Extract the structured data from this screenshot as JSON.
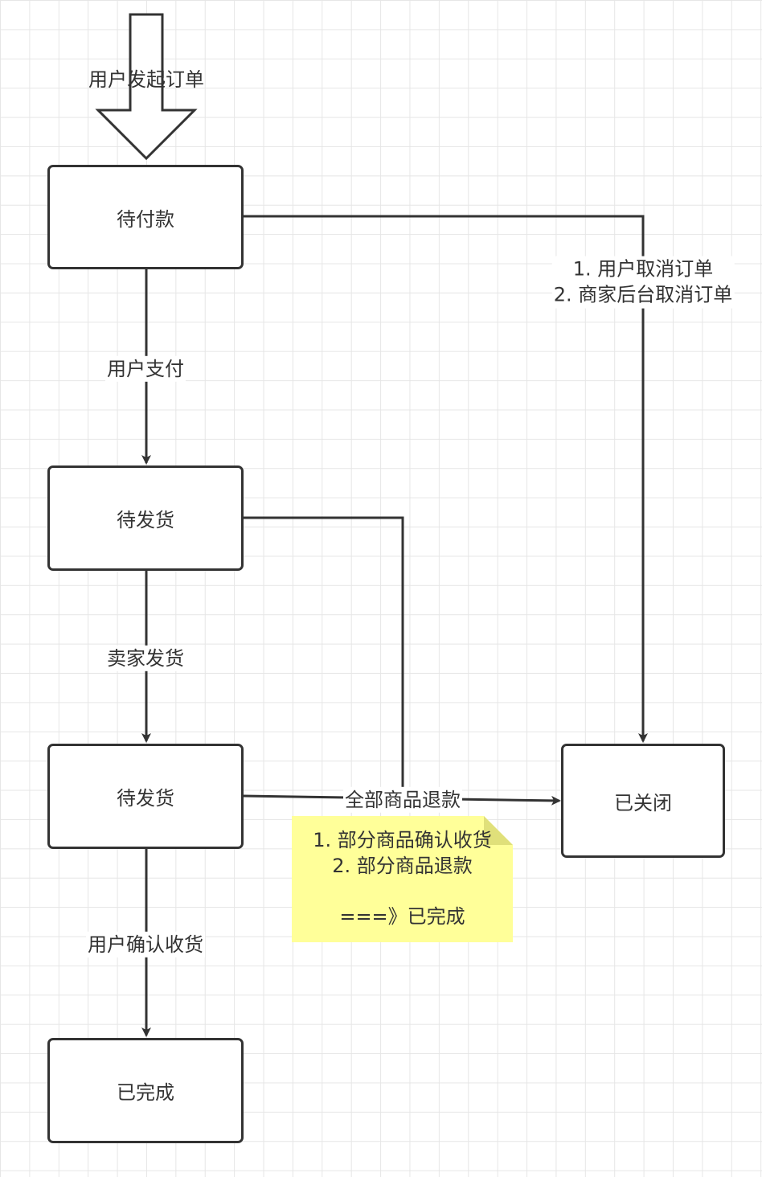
{
  "start_label": "用户发起订单",
  "nodes": {
    "pending_payment": "待付款",
    "pending_shipment_1": "待发货",
    "pending_shipment_2": "待发货",
    "completed": "已完成",
    "closed": "已关闭"
  },
  "edges": {
    "user_pay": "用户支付",
    "seller_ship": "卖家发货",
    "user_confirm_receipt": "用户确认收货",
    "cancel_line_1": "1. 用户取消订单",
    "cancel_line_2": "2. 商家后台取消订单",
    "full_refund": "全部商品退款"
  },
  "note": {
    "line_1": "1. 部分商品确认收货",
    "line_2": "2. 部分商品退款",
    "line_3": "===》已完成"
  },
  "colors": {
    "stroke": "#333333",
    "grid": "#e6e6e6",
    "note_fill": "#ffff99",
    "note_fold": "#e0e07a"
  }
}
